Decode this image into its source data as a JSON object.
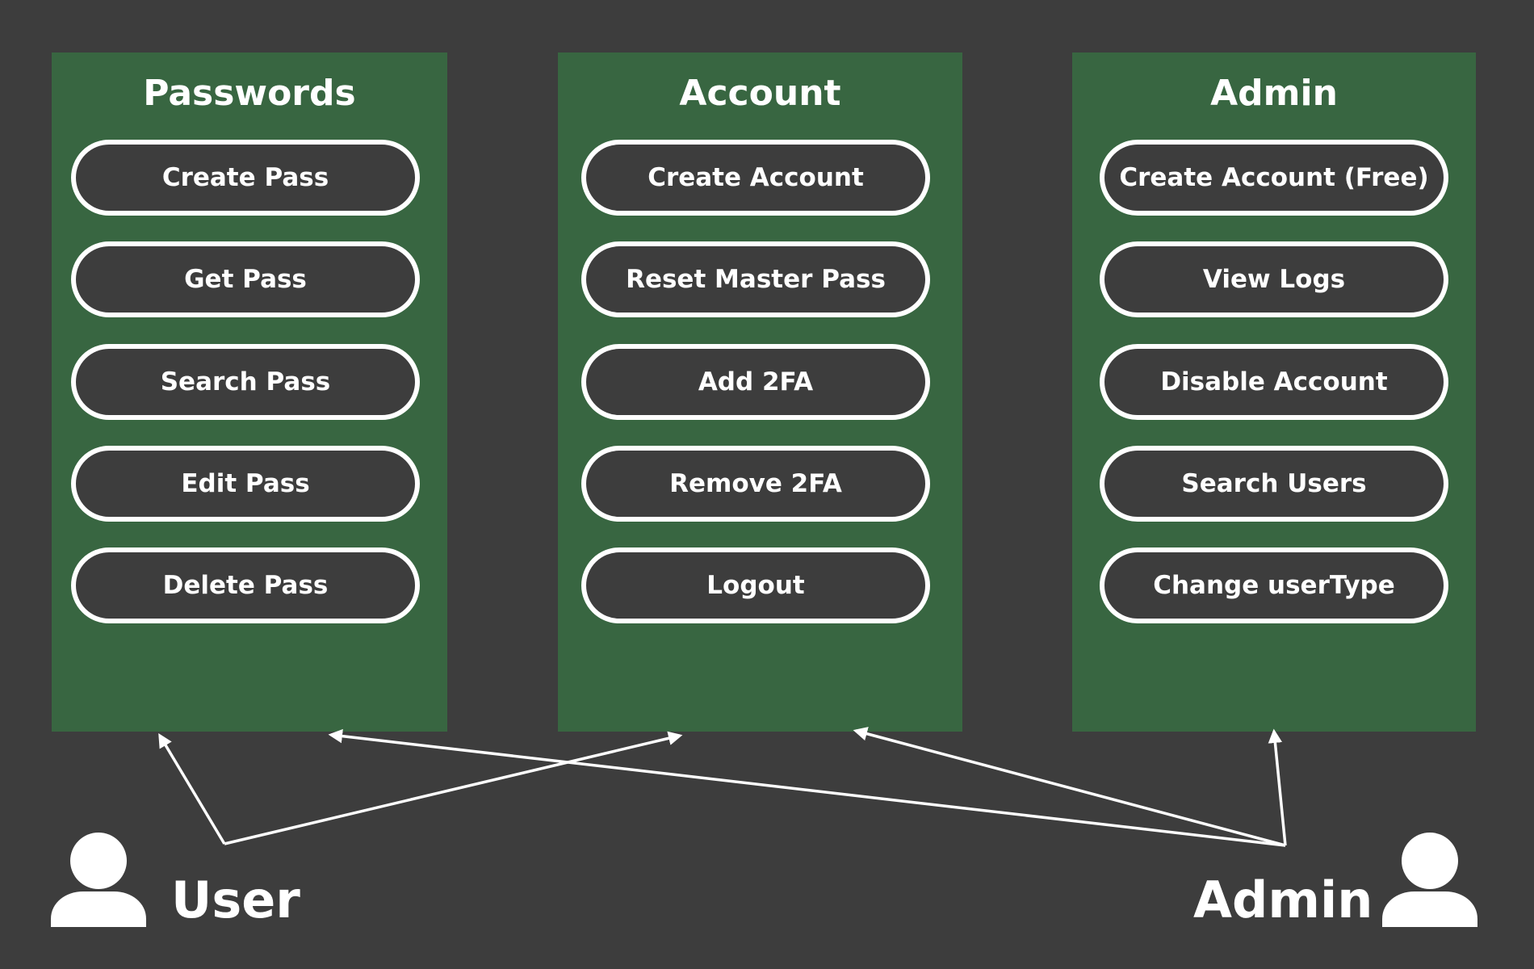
{
  "colors": {
    "background": "#3d3d3d",
    "panel": "#386641",
    "button_fill": "#3d3d3d",
    "foreground": "#ffffff"
  },
  "panels": {
    "passwords": {
      "title": "Passwords",
      "buttons": [
        "Create Pass",
        "Get Pass",
        "Search Pass",
        "Edit Pass",
        "Delete Pass"
      ]
    },
    "account": {
      "title": "Account",
      "buttons": [
        "Create Account",
        "Reset Master Pass",
        "Add 2FA",
        "Remove 2FA",
        "Logout"
      ]
    },
    "admin": {
      "title": "Admin",
      "buttons": [
        "Create Account (Free)",
        "View Logs",
        "Disable Account",
        "Search Users",
        "Change userType"
      ]
    }
  },
  "actors": {
    "user": {
      "label": "User",
      "icon": "user-icon"
    },
    "admin": {
      "label": "Admin",
      "icon": "user-icon"
    }
  },
  "relations": [
    {
      "from": "User",
      "to": "Passwords"
    },
    {
      "from": "User",
      "to": "Account"
    },
    {
      "from": "Admin",
      "to": "Passwords"
    },
    {
      "from": "Admin",
      "to": "Account"
    },
    {
      "from": "Admin",
      "to": "Admin"
    }
  ]
}
